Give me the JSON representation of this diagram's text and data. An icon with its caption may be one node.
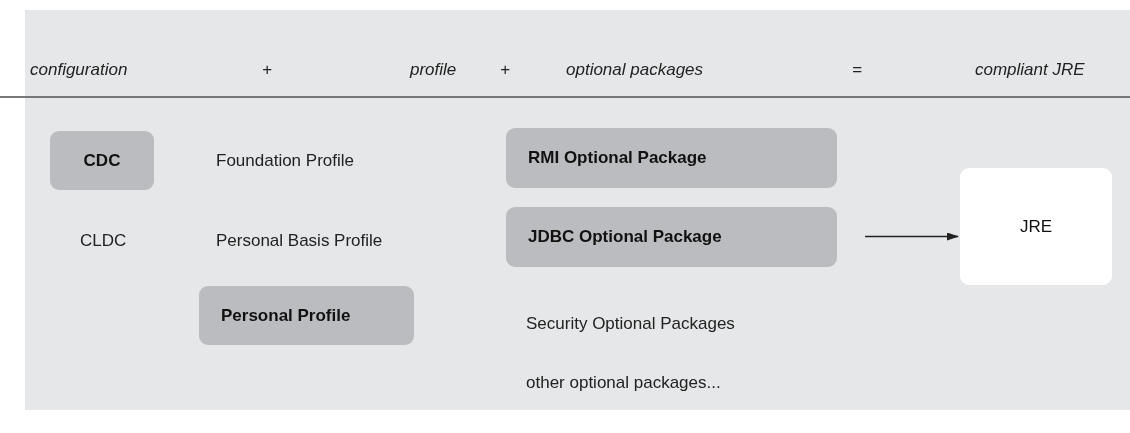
{
  "diagram": {
    "nodes": [
      {
        "text": [
          "CDC"
        ]
      },
      {
        "text": [
          "RMI Optional Package"
        ]
      },
      {
        "text": [
          "JDBC Optional Package"
        ]
      },
      {
        "text": [
          "JRE"
        ]
      },
      {
        "text": [
          "Personal Profile"
        ]
      }
    ],
    "edges": [
      {
        "from": null,
        "to": 3,
        "arrow": "to"
      }
    ],
    "labels": [
      "configuration",
      "+",
      "profile",
      "+",
      "optional packages",
      "=",
      "compliant JRE",
      "Foundation Profile",
      "CLDC",
      "Personal Basis Profile",
      "Security Optional Packages",
      "other optional packages..."
    ]
  }
}
